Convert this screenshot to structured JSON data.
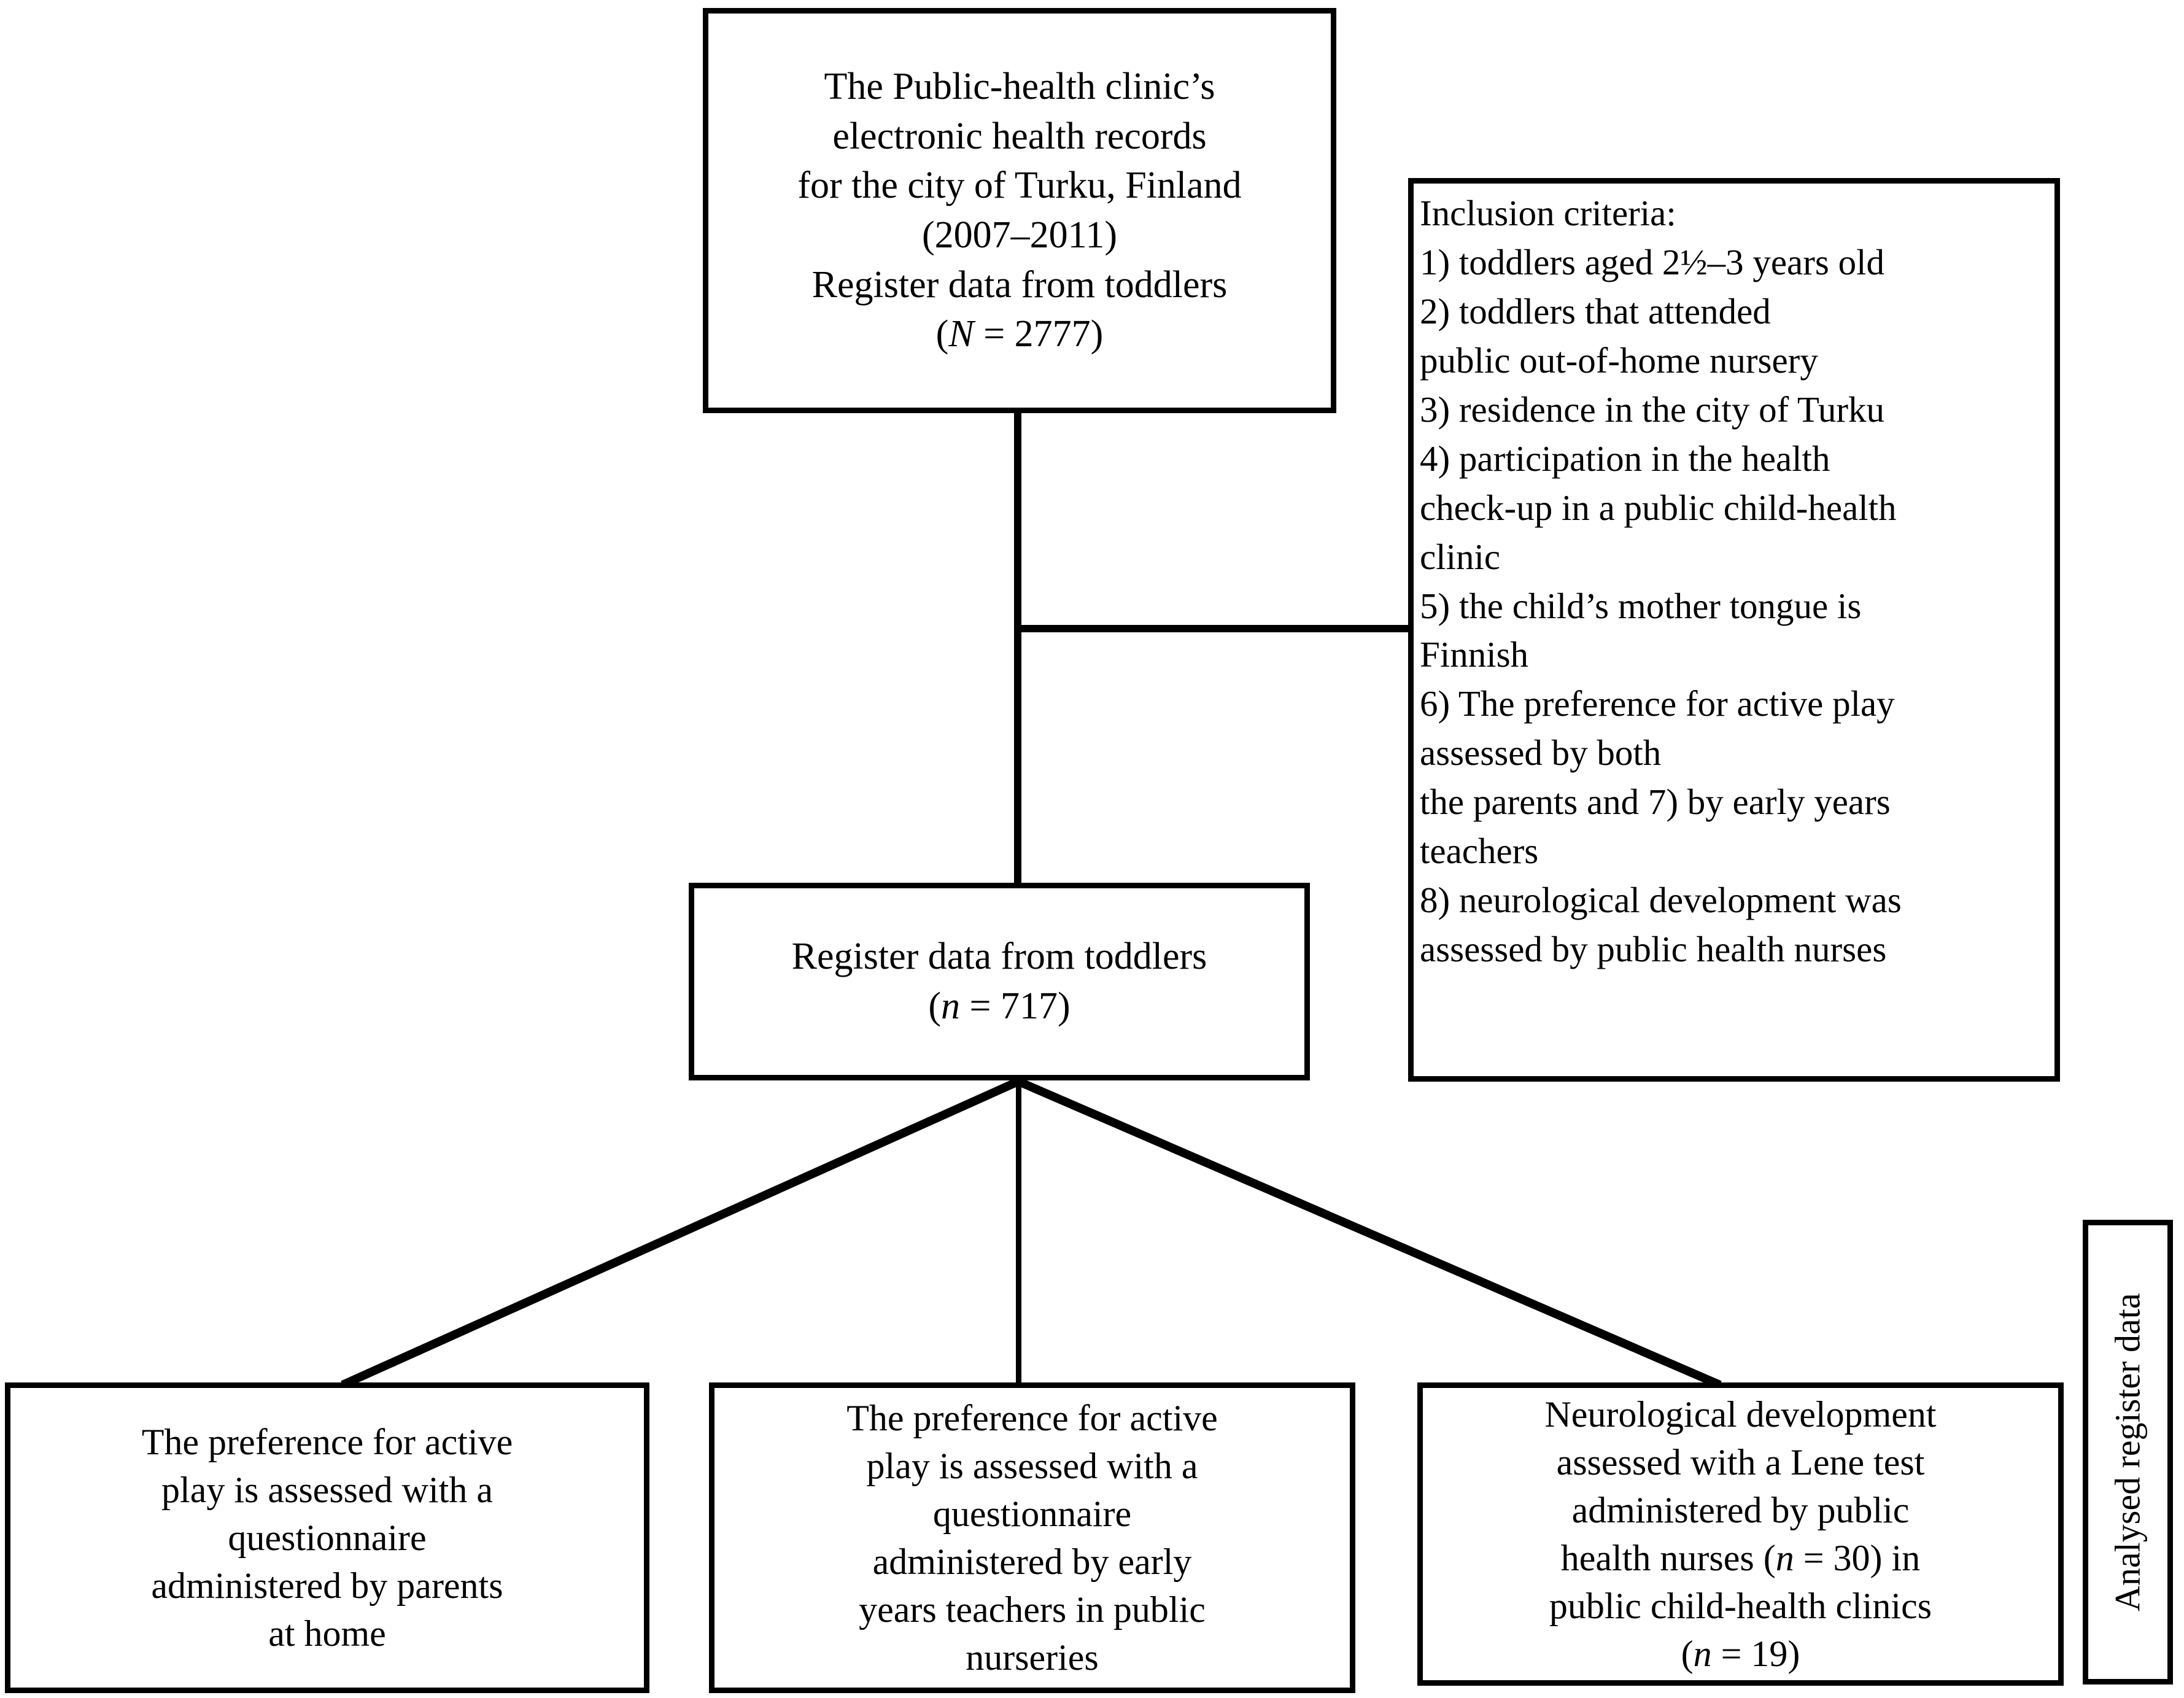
{
  "diagram": {
    "title": "Study flow chart of register data selection",
    "type": "flowchart"
  },
  "nodes": {
    "source": {
      "text": "The Public-health clinic’s\nelectronic health records\nfor the city of Turku, Finland\n(2007–2011)\nRegister data from toddlers\n(N = 2777)"
    },
    "criteria": {
      "text": "Inclusion criteria:\n1) toddlers aged 2½–3 years old\n2) toddlers that attended\npublic out-of-home nursery\n3) residence in the city of Turku\n4) participation in the health\ncheck-up in a public child-health\nclinic\n5) the child’s mother tongue is\nFinnish\n6) The preference for active play\nassessed by both\nthe parents and 7) by early years\nteachers\n8) neurological development was\nassessed by public health nurses"
    },
    "register": {
      "text": "Register data from toddlers\n(n = 717)"
    },
    "parents": {
      "text": "The preference for active\nplay is assessed with a\nquestionnaire\nadministered by parents\nat home"
    },
    "teachers": {
      "text": "The preference for active\nplay is assessed with a\nquestionnaire\nadministered by early\nyears teachers in public\nnurseries"
    },
    "lene": {
      "text": "Neurological development\nassessed with a Lene test\nadministered by public\nhealth nurses (n = 30) in\npublic child-health clinics\n(n = 19)"
    },
    "analysed": {
      "text": "Analysed register data"
    }
  },
  "counts": {
    "source_total": "N = 2777",
    "register_subset": "n = 717",
    "nurses": "n = 30",
    "clinics": "n = 19"
  },
  "criteria_list": [
    "1) toddlers aged 2½–3 years old",
    "2) toddlers that attended public out-of-home nursery",
    "3) residence in the city of Turku",
    "4) participation in the health check-up in a public child-health clinic",
    "5) the child’s mother tongue is Finnish",
    "6) The preference for active play assessed by both the parents and 7) by early years teachers",
    "8) neurological development was assessed by public health nurses"
  ],
  "colors": {
    "stroke": "#000000",
    "background": "#ffffff",
    "text": "#000000"
  }
}
